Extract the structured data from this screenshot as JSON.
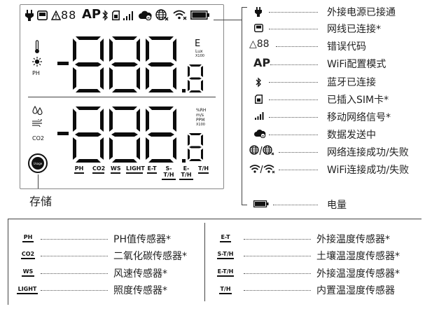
{
  "lcd": {
    "status_ap": "AP",
    "status_err": "88",
    "top_unit_e": "E",
    "top_unit_lux": "Lux",
    "top_unit_x100": "X100",
    "ph_label": "PH",
    "co2_label": "CO2",
    "bottom_units": [
      "%RH",
      "m/s",
      "PPM",
      "X100"
    ],
    "button_label": "Usage",
    "sensor_tabs": [
      "PH",
      "CO2",
      "WS",
      "LIGHT",
      "E-T",
      "S-T/H",
      "E-T/H",
      "T/H"
    ],
    "storage_label": "存储"
  },
  "legend_right": [
    {
      "icon": "power-plug-icon",
      "label": "外接电源已接通"
    },
    {
      "icon": "ethernet-icon",
      "label": "网线已连接*"
    },
    {
      "icon": "error-code-icon",
      "icon_text": "△88",
      "label": "错误代码"
    },
    {
      "icon": "ap-icon",
      "icon_text": "AP",
      "label": "WiFi配置模式"
    },
    {
      "icon": "bluetooth-icon",
      "label": "蓝牙已连接"
    },
    {
      "icon": "sim-card-icon",
      "label": "已插入SIM卡*"
    },
    {
      "icon": "signal-bars-icon",
      "label": "移动网络信号*"
    },
    {
      "icon": "cloud-upload-icon",
      "label": "数据发送中"
    },
    {
      "icon": "network-globe-icon",
      "label": "网络连接成功/失败"
    },
    {
      "icon": "wifi-icon",
      "label": "WiFi连接成功/失败"
    },
    {
      "icon": "battery-icon",
      "label": "电量"
    }
  ],
  "legend_bottom_left": [
    {
      "code": "PH",
      "label": "PH值传感器*"
    },
    {
      "code": "CO2",
      "label": "二氧化碳传感器*"
    },
    {
      "code": "WS",
      "label": "风速传感器*"
    },
    {
      "code": "LIGHT",
      "label": "照度传感器*"
    }
  ],
  "legend_bottom_right": [
    {
      "code": "E-T",
      "label": "外接温度传感器*"
    },
    {
      "code": "S-T/H",
      "label": "土壤温湿度传感器*"
    },
    {
      "code": "E-T/H",
      "label": "外接温湿度传感器*"
    },
    {
      "code": "T/H",
      "label": "内置温湿度传感器"
    }
  ]
}
